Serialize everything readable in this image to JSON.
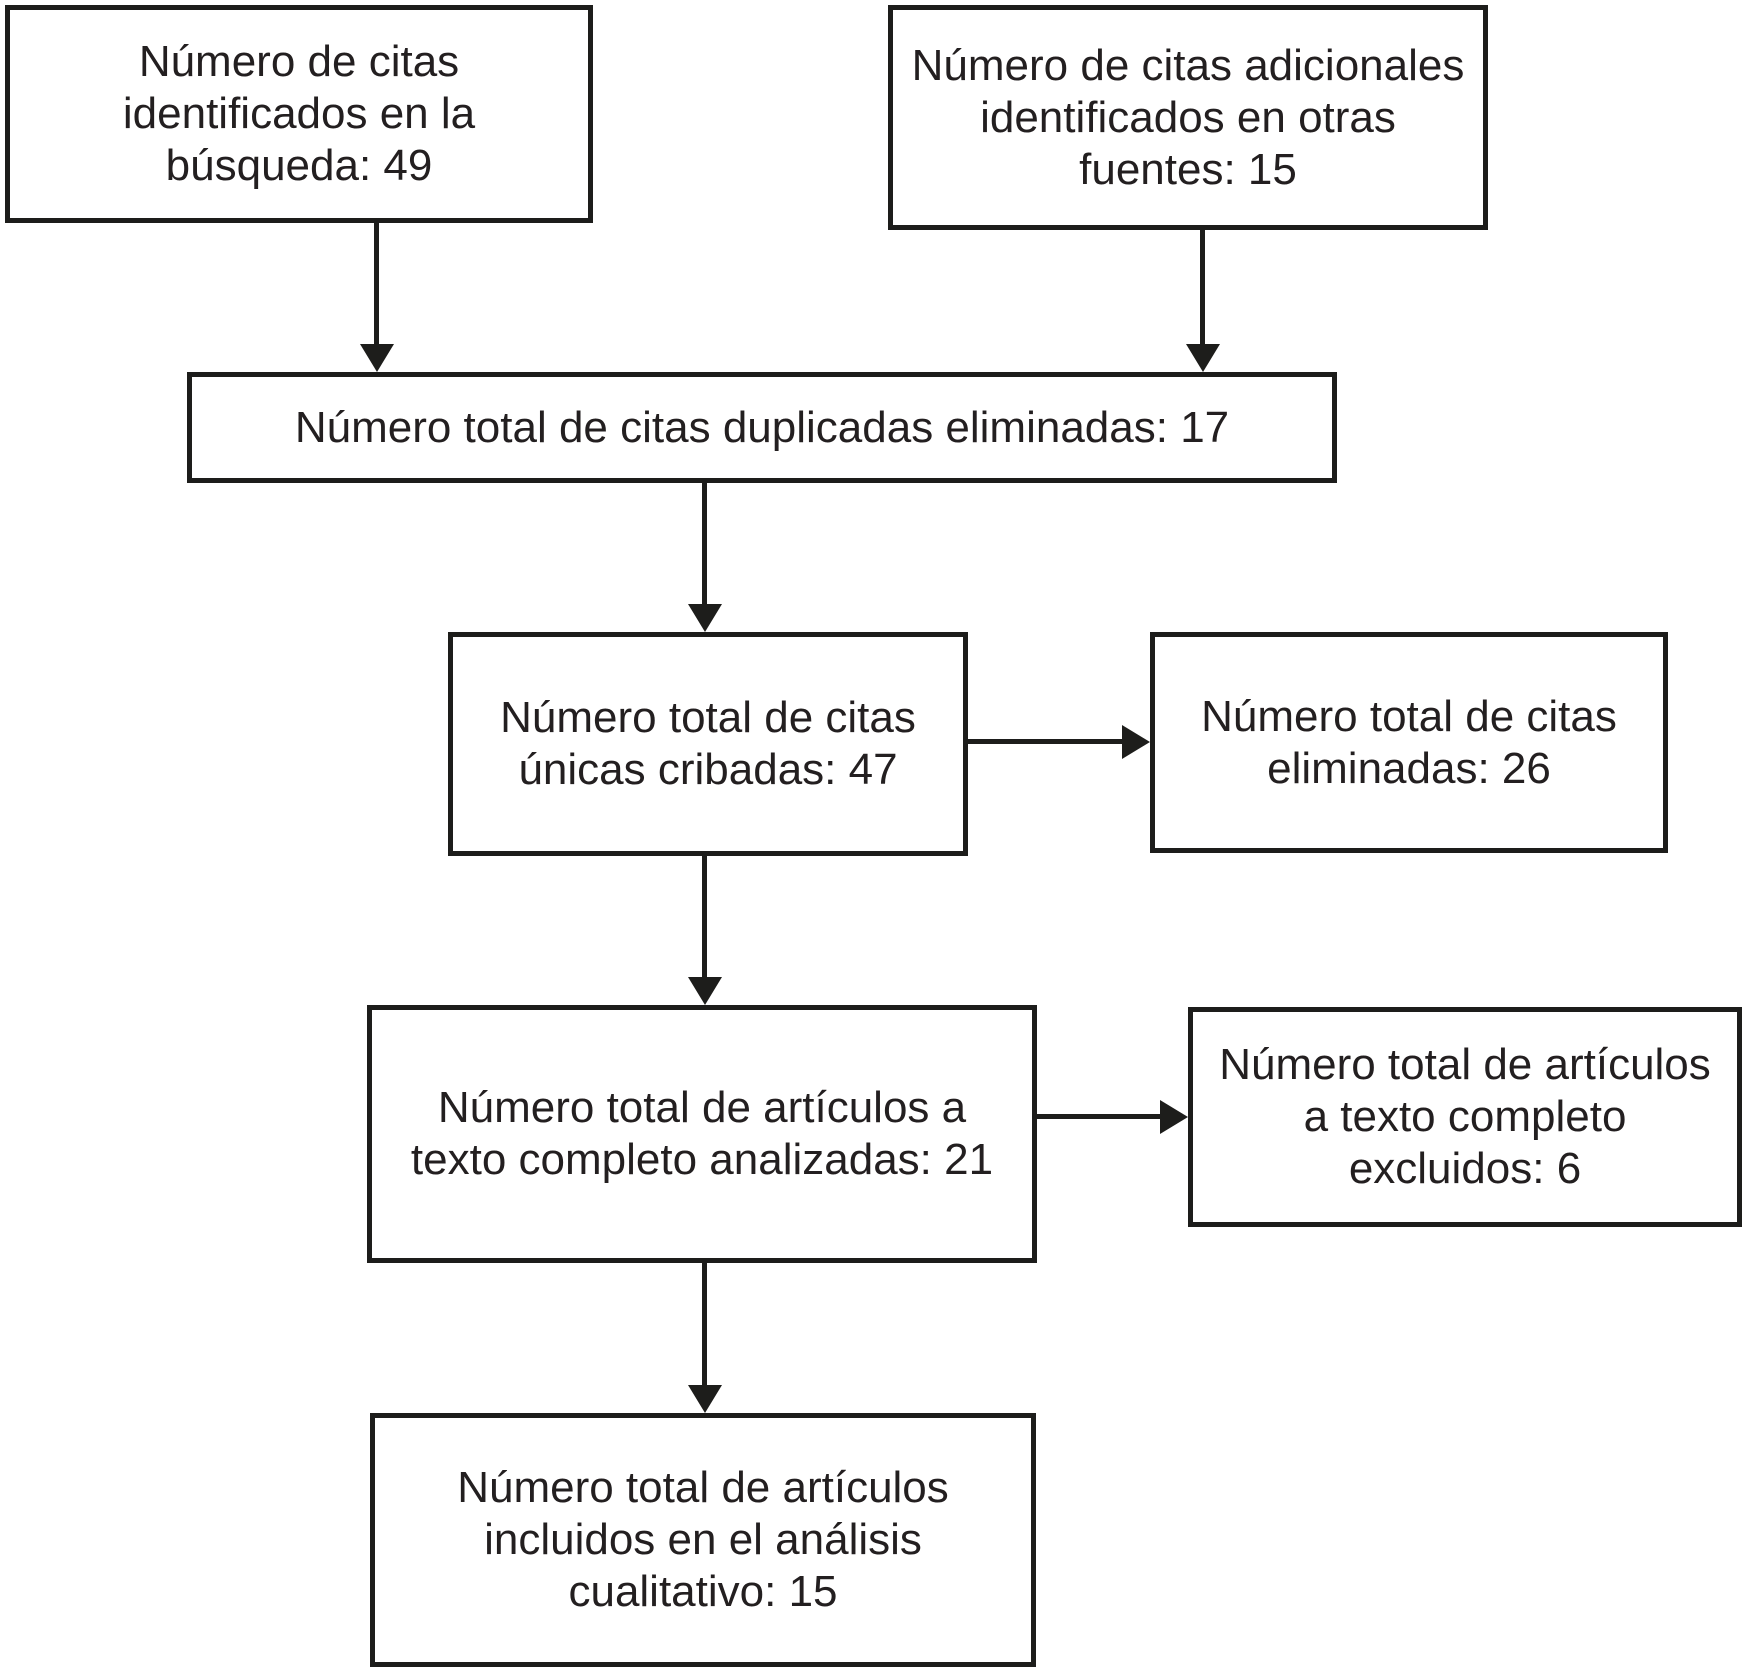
{
  "diagram": {
    "type": "flowchart",
    "language": "es",
    "colors": {
      "background": "#ffffff",
      "box_border": "#1d1d1b",
      "text": "#231f20",
      "arrow": "#1d1d1b"
    },
    "nodes": [
      {
        "id": "search",
        "label": "Número de citas\nidentificados en la\nbúsqueda: 49",
        "count": 49
      },
      {
        "id": "other-sources",
        "label": "Número de citas adicionales\nidentificados en otras\nfuentes: 15",
        "count": 15
      },
      {
        "id": "duplicates-removed",
        "label": "Número total de citas duplicadas eliminadas: 17",
        "count": 17
      },
      {
        "id": "unique-screened",
        "label": "Número total de citas\núnicas cribadas: 47",
        "count": 47
      },
      {
        "id": "citations-excluded",
        "label": "Número total de citas\neliminadas: 26",
        "count": 26
      },
      {
        "id": "fulltext-assessed",
        "label": "Número total de artículos a\ntexto completo analizadas: 21",
        "count": 21
      },
      {
        "id": "fulltext-excluded",
        "label": "Número total de artículos\na texto completo\nexcluidos: 6",
        "count": 6
      },
      {
        "id": "included-qualitative",
        "label": "Número total de artículos\nincluidos en el análisis\ncualitativo: 15",
        "count": 15
      }
    ],
    "edges": [
      {
        "from": "search",
        "to": "duplicates-removed",
        "direction": "down"
      },
      {
        "from": "other-sources",
        "to": "duplicates-removed",
        "direction": "down"
      },
      {
        "from": "duplicates-removed",
        "to": "unique-screened",
        "direction": "down"
      },
      {
        "from": "unique-screened",
        "to": "citations-excluded",
        "direction": "right"
      },
      {
        "from": "unique-screened",
        "to": "fulltext-assessed",
        "direction": "down"
      },
      {
        "from": "fulltext-assessed",
        "to": "fulltext-excluded",
        "direction": "right"
      },
      {
        "from": "fulltext-assessed",
        "to": "included-qualitative",
        "direction": "down"
      }
    ]
  }
}
